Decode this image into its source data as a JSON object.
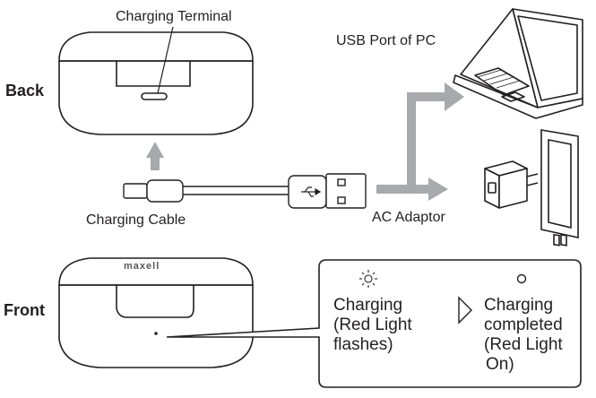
{
  "labels": {
    "back": "Back",
    "front": "Front",
    "charging_terminal": "Charging Terminal",
    "charging_cable": "Charging Cable",
    "usb_port": "USB Port of PC",
    "ac_adaptor": "AC Adaptor",
    "brand": "maxell"
  },
  "legend": {
    "charging_line1": "Charging",
    "charging_line2": "(Red Light",
    "charging_line3": "flashes)",
    "completed_line1": "Charging",
    "completed_line2": "completed",
    "completed_line3": "(Red Light",
    "completed_line4": "On)"
  },
  "icons": {
    "flashing": "sun-icon",
    "steady": "dot-icon",
    "pointer": "triangle-pointer-icon"
  },
  "colors": {
    "stroke": "#231f20",
    "arrow_gray": "#a7a9ac"
  }
}
